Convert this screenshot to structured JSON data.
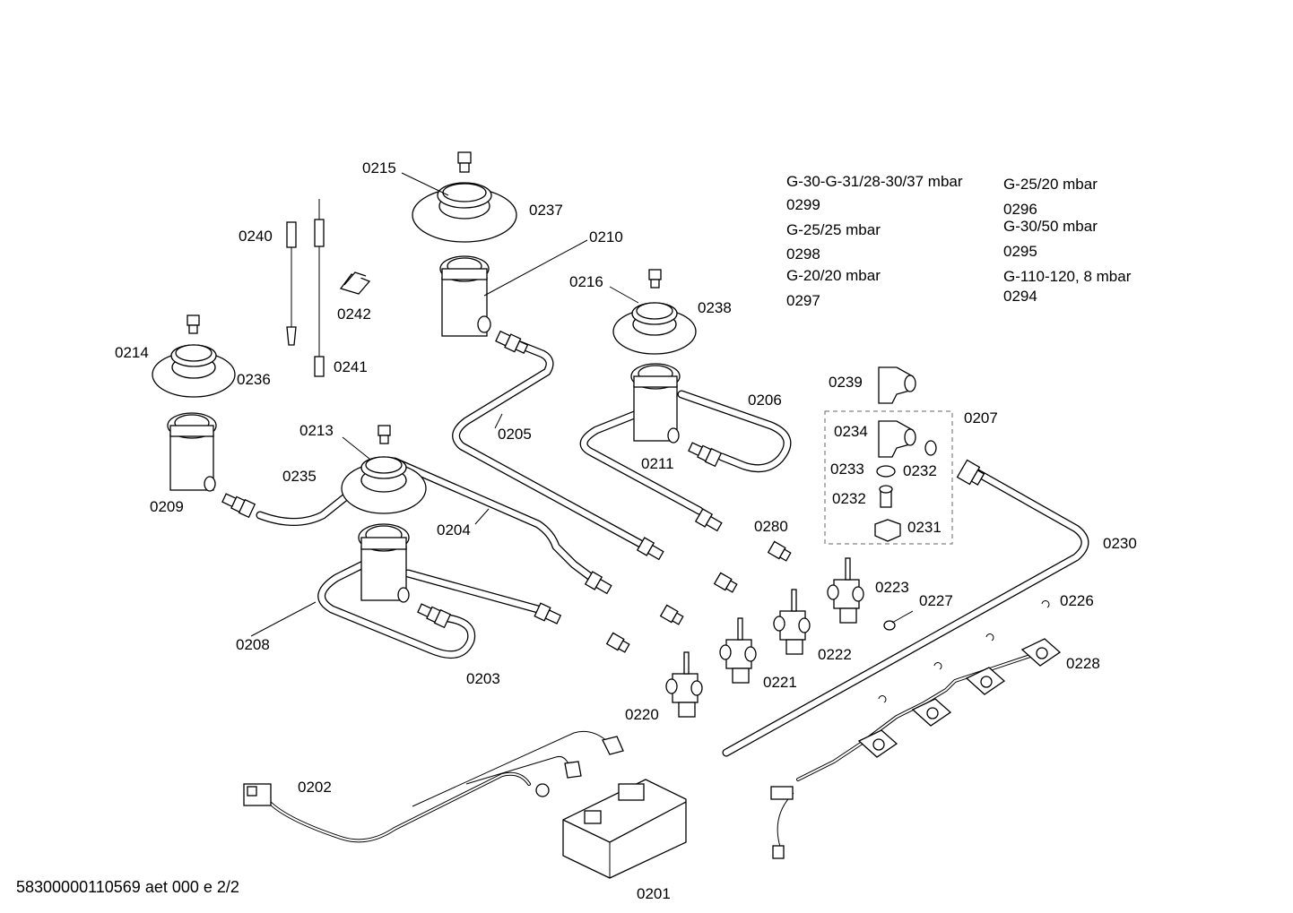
{
  "document": {
    "footer": "58300000110569 aet 000 e 2/2"
  },
  "gas_specs": [
    "G-30-G-31/28-30/37 mbar",
    "0299",
    "G-25/25 mbar",
    "0298",
    "G-20/20 mbar",
    "0297",
    "G-25/20 mbar",
    "0296",
    "G-30/50 mbar",
    "0295",
    "G-110-120, 8 mbar",
    "0294"
  ],
  "parts": {
    "p0201": "0201",
    "p0202": "0202",
    "p0203": "0203",
    "p0204": "0204",
    "p0205": "0205",
    "p0206": "0206",
    "p0207": "0207",
    "p0208": "0208",
    "p0209": "0209",
    "p0210": "0210",
    "p0211": "0211",
    "p0213": "0213",
    "p0214": "0214",
    "p0215": "0215",
    "p0216": "0216",
    "p0220": "0220",
    "p0221": "0221",
    "p0222": "0222",
    "p0223": "0223",
    "p0226": "0226",
    "p0227": "0227",
    "p0228": "0228",
    "p0230": "0230",
    "p0231": "0231",
    "p0232a": "0232",
    "p0232b": "0232",
    "p0233": "0233",
    "p0234": "0234",
    "p0235": "0235",
    "p0236": "0236",
    "p0237": "0237",
    "p0238": "0238",
    "p0239": "0239",
    "p0240": "0240",
    "p0241": "0241",
    "p0242": "0242",
    "p0280": "0280"
  }
}
